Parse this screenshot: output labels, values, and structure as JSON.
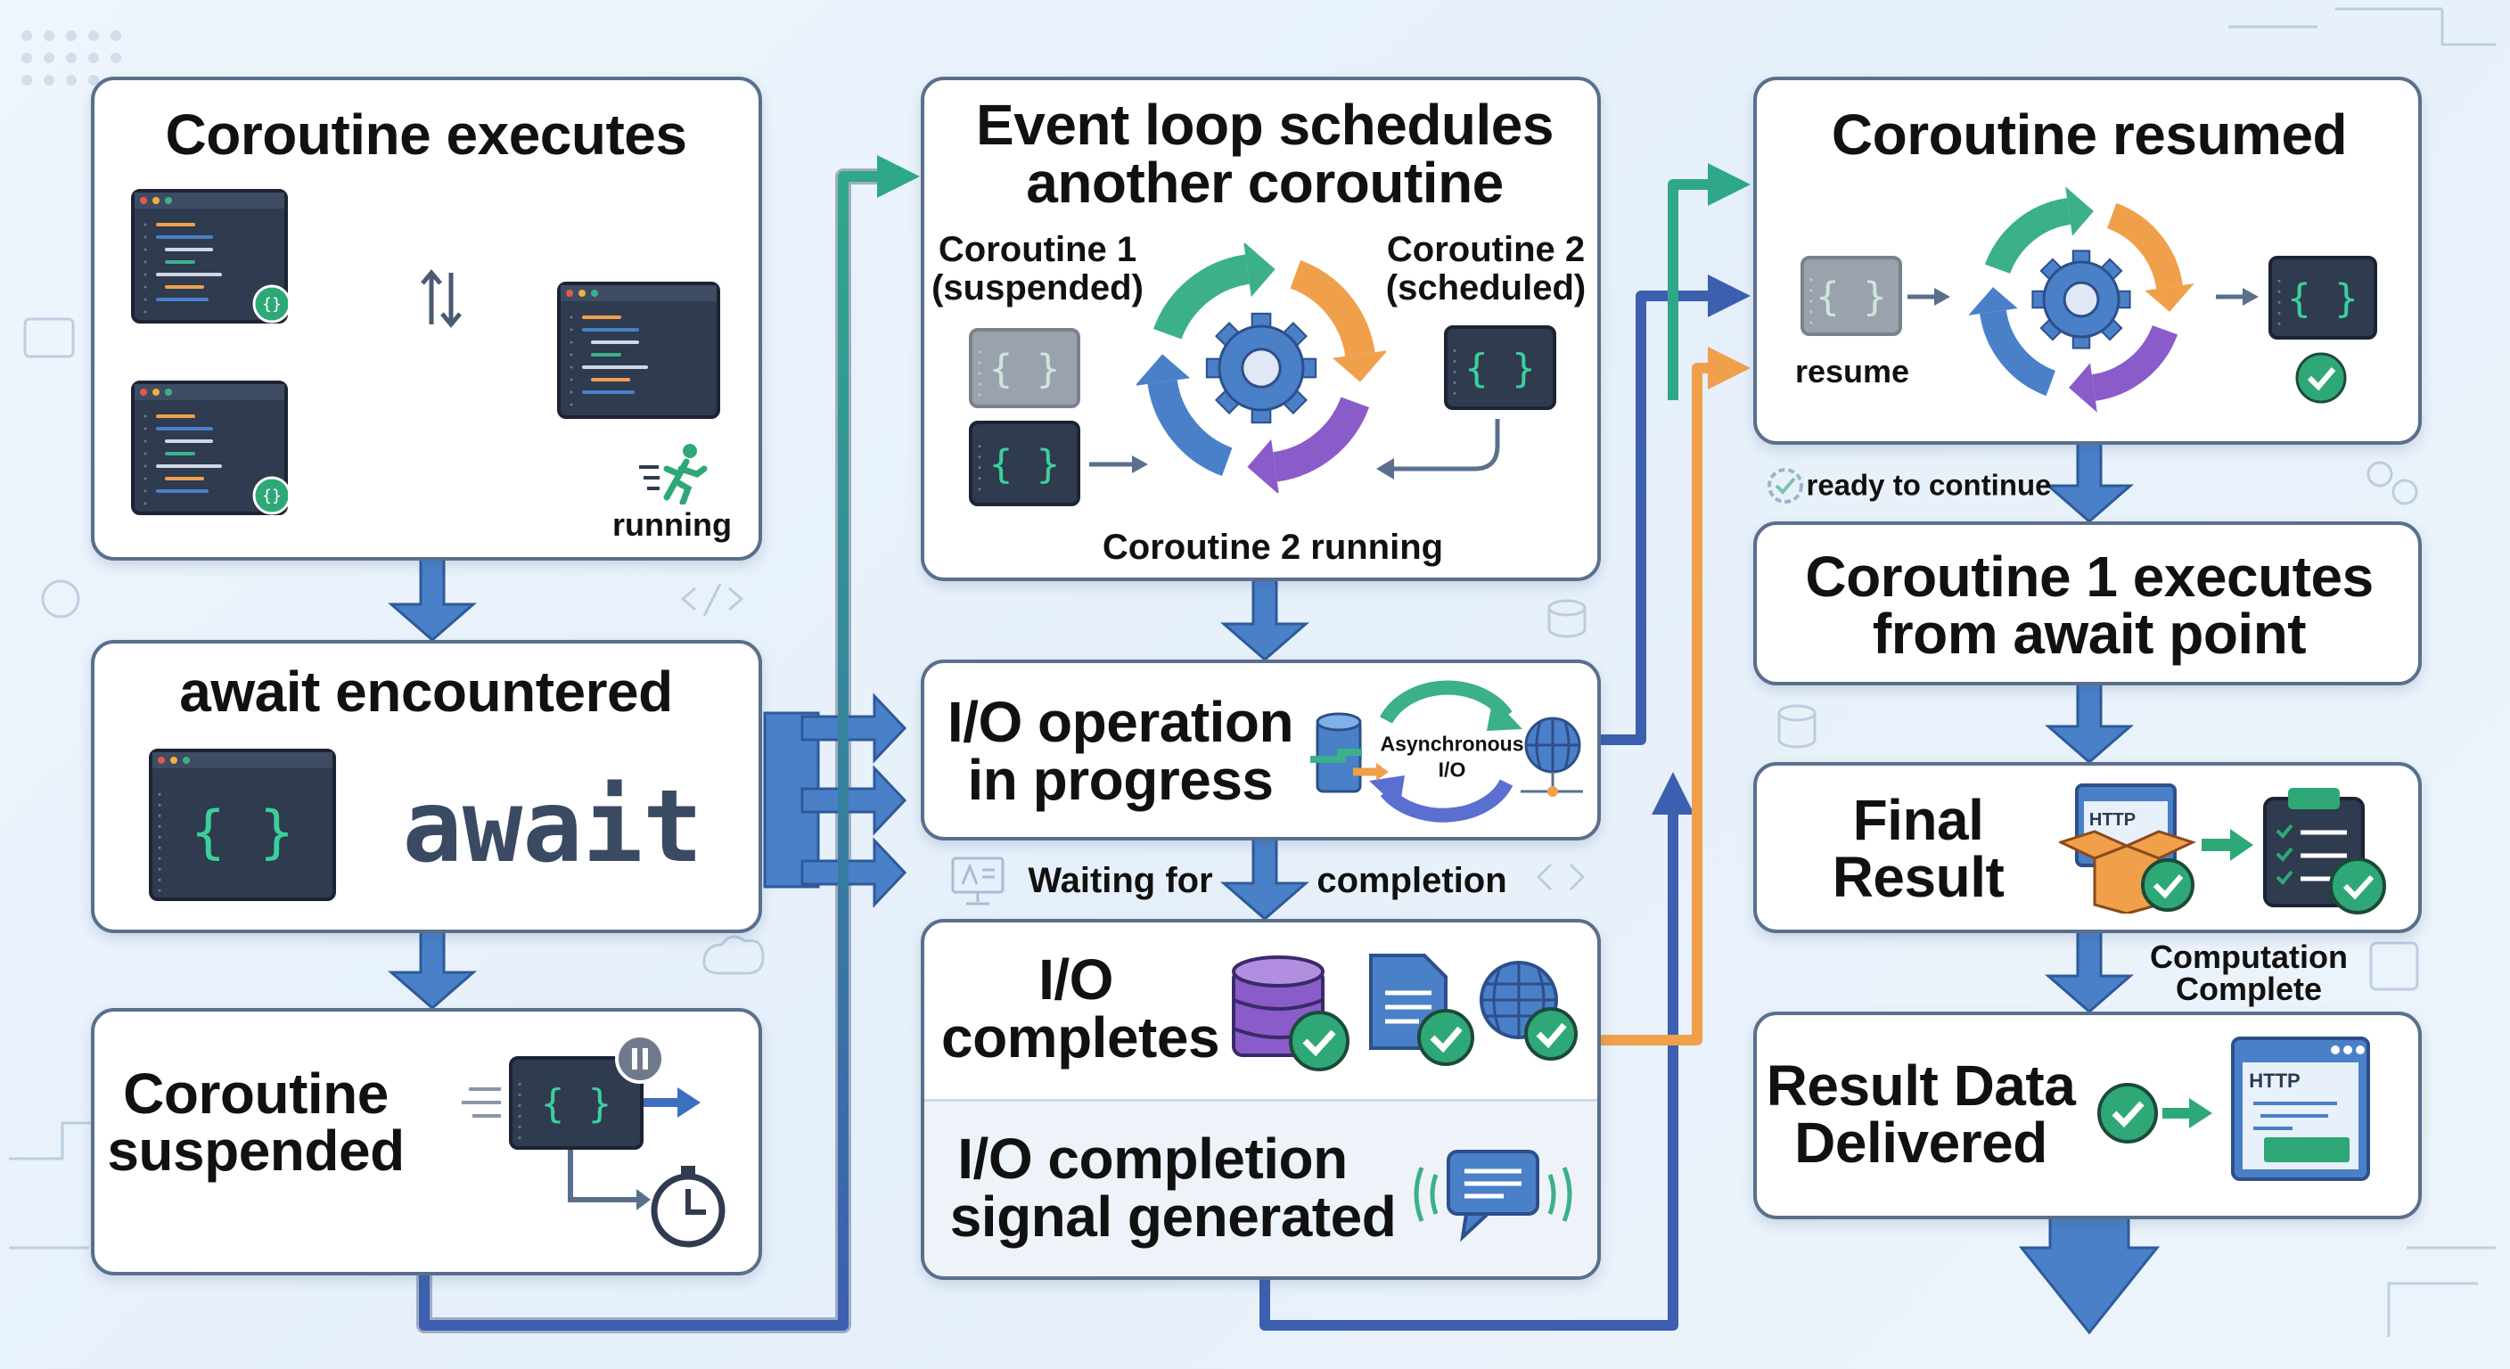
{
  "colors": {
    "arrow_blue": "#4a80c8",
    "green": "#3bb08a",
    "orange": "#f0a04b",
    "purple": "#8a5cc9",
    "dark_window": "#2f3b4f",
    "box_border": "#5a6f8c",
    "check": "#2fa877"
  },
  "coroutine_executes": {
    "title": "Coroutine executes",
    "status": "running",
    "icons": [
      "code-window-icon",
      "swap-arrows-icon",
      "runner-icon"
    ]
  },
  "await_encountered": {
    "title": "await encountered",
    "keyword": "await",
    "code_glyph": "{ }"
  },
  "coroutine_suspended": {
    "title_line1": "Coroutine",
    "title_line2": "suspended",
    "icons": [
      "pause-icon",
      "stopwatch-icon"
    ]
  },
  "event_loop": {
    "title_line1": "Event loop schedules",
    "title_line2": "another coroutine",
    "coroutine1_line1": "Coroutine 1",
    "coroutine1_line2": "(suspended)",
    "coroutine2_line1": "Coroutine 2",
    "coroutine2_line2": "(scheduled)",
    "caption": "Coroutine 2 running"
  },
  "io_operation": {
    "title_line1": "I/O operation",
    "title_line2": "in progress",
    "async_line1": "Asynchronous",
    "async_line2": "I/O"
  },
  "waiting": {
    "left": "Waiting for",
    "right": "completion"
  },
  "io_completes": {
    "title_line1": "I/O",
    "title_line2": "completes",
    "signal_line1": "I/O completion",
    "signal_line2": "signal generated"
  },
  "coroutine_resumed": {
    "title": "Coroutine resumed",
    "resume_label": "resume"
  },
  "ready": {
    "label": "ready to continue"
  },
  "coroutine1_executes": {
    "title_line1": "Coroutine 1 executes",
    "title_line2": "from await point"
  },
  "final_result": {
    "title_line1": "Final",
    "title_line2": "Result",
    "http_label": "HTTP"
  },
  "computation": {
    "line1": "Computation",
    "line2": "Complete"
  },
  "result_delivered": {
    "title_line1": "Result Data",
    "title_line2": "Delivered",
    "http_label": "HTTP"
  }
}
